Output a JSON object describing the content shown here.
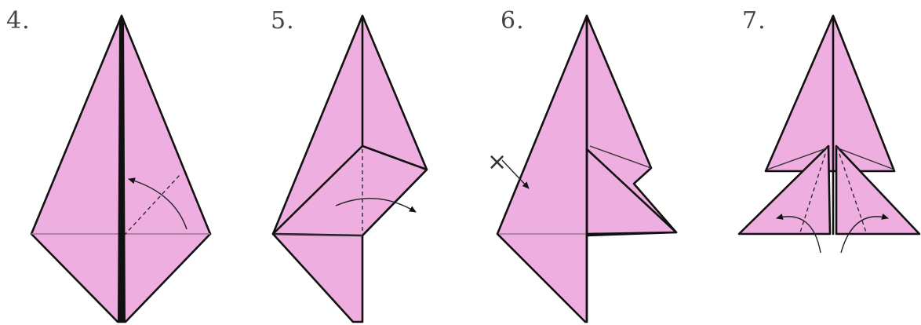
{
  "colors": {
    "paper": "#eeaee0",
    "outline": "#111111"
  },
  "steps": [
    {
      "number": "4."
    },
    {
      "number": "5."
    },
    {
      "number": "6."
    },
    {
      "number": "7."
    }
  ],
  "markers": {
    "step6_mark": "×"
  }
}
